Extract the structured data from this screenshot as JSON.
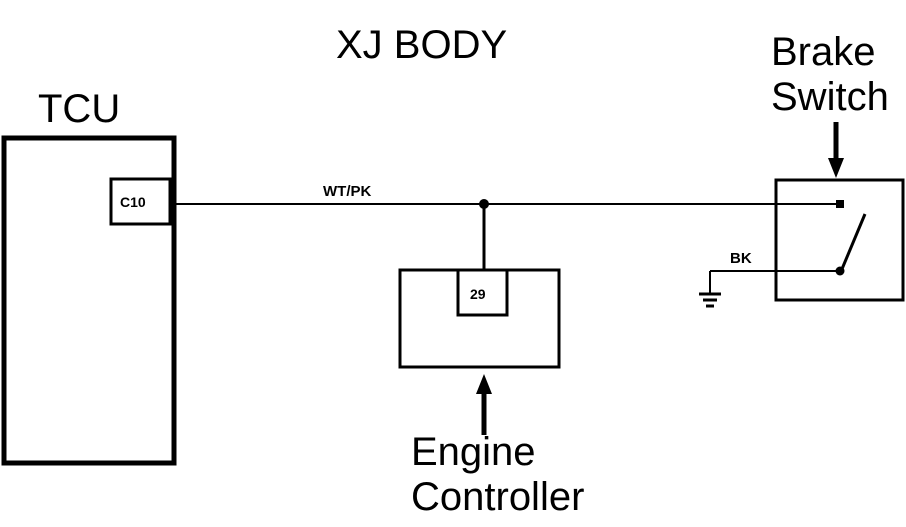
{
  "diagram": {
    "title": "XJ BODY",
    "components": {
      "tcu": {
        "label": "TCU",
        "pin": "C10"
      },
      "engine_controller": {
        "label_line1": "Engine",
        "label_line2": "Controller",
        "pin": "29"
      },
      "brake_switch": {
        "label_line1": "Brake",
        "label_line2": "Switch"
      }
    },
    "wires": {
      "signal": "WT/PK",
      "ground": "BK"
    },
    "colors": {
      "ink": "#000000",
      "background": "#ffffff"
    }
  }
}
